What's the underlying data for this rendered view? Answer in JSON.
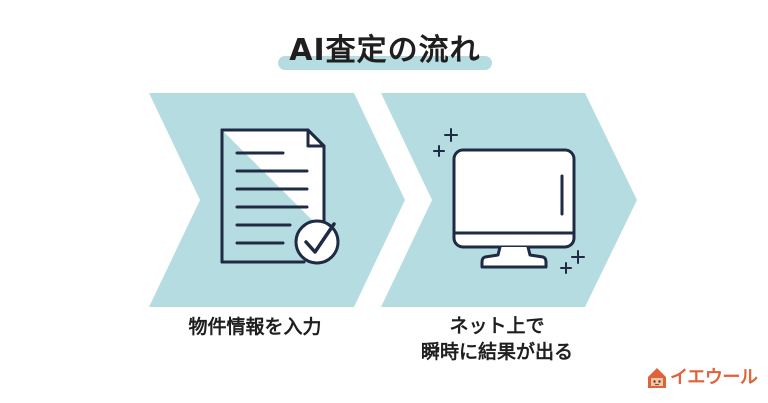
{
  "title": "AI査定の流れ",
  "steps": [
    {
      "caption": "物件情報を入力",
      "icon": "document-check-icon"
    },
    {
      "caption_lines": [
        "ネット上で",
        "瞬時に結果が出る"
      ],
      "icon": "monitor-icon"
    }
  ],
  "brand": {
    "name": "イエウール",
    "icon": "house-logo-icon"
  },
  "colors": {
    "arrow_fill": "#b5dde1",
    "ink": "#1f2a44",
    "text": "#1f1f1f",
    "brand": "#e0613a"
  }
}
